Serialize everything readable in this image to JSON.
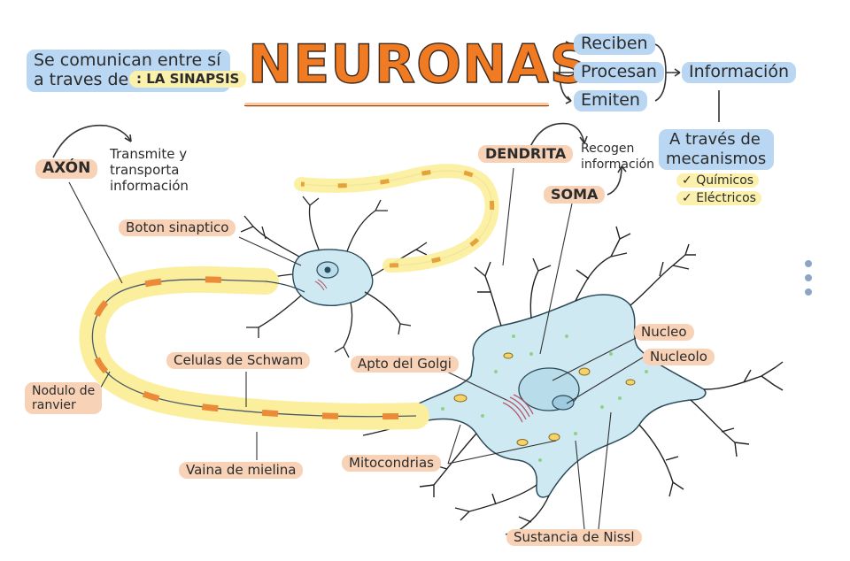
{
  "title": "NEURONAS",
  "intro": {
    "line1": "Se comunican entre sí",
    "line2": "a traves de",
    "synapse": ": LA SINAPSIS"
  },
  "functions": [
    "Reciben",
    "Procesan",
    "Emiten"
  ],
  "information": "Información",
  "mechanisms": {
    "line1": "A través de",
    "line2": "mecanismos",
    "items": [
      "Químicos",
      "Eléctricos"
    ]
  },
  "axon": {
    "label": "AXÓN",
    "desc_lines": [
      "Transmite y",
      "transporta",
      "información"
    ]
  },
  "dendrite": {
    "label": "DENDRITA",
    "desc_lines": [
      "Recogen",
      "información"
    ]
  },
  "soma": "SOMA",
  "parts": {
    "boton": "Boton sinaptico",
    "schwann": "Celulas de Schwam",
    "nodulo_lines": [
      "Nodulo de",
      "ranvier"
    ],
    "vaina": "Vaina de mielina",
    "golgi": "Apto del Golgi",
    "mitocondrias": "Mitocondrias",
    "nucleo": "Nucleo",
    "nucleolo": "Nucleolo",
    "nissl": "Sustancia de Nissl"
  },
  "colors": {
    "title_orange": "#f07b22",
    "highlight_blue": "#b9d6f2",
    "highlight_orange": "#f8d2b7",
    "highlight_yellow": "#fbf1ac",
    "cell_body": "#cfe9f3",
    "myelin": "#fbef9e"
  }
}
